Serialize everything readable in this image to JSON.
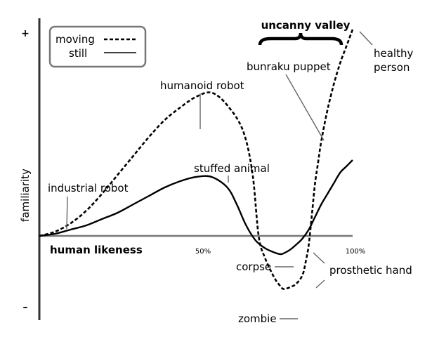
{
  "chart_data": {
    "type": "line",
    "title": "",
    "xlabel": "human likeness",
    "ylabel": "familiarity",
    "x_ticks": [
      "50%",
      "100%"
    ],
    "y_ticks": [
      "+",
      "–"
    ],
    "legend": {
      "position": "top-left",
      "entries": [
        {
          "name": "moving",
          "style": "dashed"
        },
        {
          "name": "still",
          "style": "solid"
        }
      ]
    },
    "xlim": [
      0,
      100
    ],
    "ylim": [
      -1,
      1
    ],
    "series": [
      {
        "name": "moving",
        "style": "dashed",
        "x": [
          0,
          5,
          10,
          15,
          20,
          25,
          30,
          35,
          40,
          45,
          50,
          55,
          60,
          65,
          68,
          70,
          72,
          75,
          77,
          78,
          80,
          82,
          84,
          85,
          86,
          87,
          88,
          89,
          90,
          92,
          94,
          96,
          98,
          100
        ],
        "y": [
          0,
          0.02,
          0.06,
          0.12,
          0.2,
          0.29,
          0.38,
          0.47,
          0.55,
          0.61,
          0.66,
          0.68,
          0.62,
          0.5,
          0.3,
          0.0,
          -0.25,
          -0.48,
          -0.58,
          -0.61,
          -0.59,
          -0.55,
          -0.45,
          -0.3,
          -0.1,
          0.1,
          0.25,
          0.35,
          0.45,
          0.6,
          0.72,
          0.82,
          0.9,
          0.98
        ]
      },
      {
        "name": "still",
        "style": "solid",
        "x": [
          0,
          5,
          10,
          15,
          20,
          25,
          30,
          35,
          40,
          45,
          50,
          55,
          60,
          63,
          66,
          69,
          72,
          75,
          77,
          78,
          80,
          82,
          84,
          86,
          88,
          90,
          92,
          94,
          96,
          98,
          100
        ],
        "y": [
          0,
          0.01,
          0.03,
          0.05,
          0.08,
          0.11,
          0.15,
          0.19,
          0.23,
          0.26,
          0.28,
          0.28,
          0.23,
          0.15,
          0.05,
          -0.05,
          -0.14,
          -0.19,
          -0.21,
          -0.2,
          -0.16,
          -0.1,
          -0.03,
          0.03,
          0.09,
          0.15,
          0.2,
          0.25,
          0.3,
          0.33,
          0.36
        ]
      }
    ],
    "annotations": [
      {
        "text": "industrial robot",
        "x": 8,
        "series": "still"
      },
      {
        "text": "humanoid robot",
        "x": 49,
        "series": "moving"
      },
      {
        "text": "stuffed animal",
        "x": 60,
        "series": "still"
      },
      {
        "text": "bunraku puppet",
        "x": 87,
        "series": "moving"
      },
      {
        "text": "healthy person",
        "x": 100,
        "series": "moving"
      },
      {
        "text": "corpse",
        "x": 76,
        "series": "still"
      },
      {
        "text": "zombie",
        "x": 78,
        "series": "moving"
      },
      {
        "text": "prosthetic hand",
        "x": 86,
        "series": "still"
      }
    ],
    "bracket_label": "uncanny valley"
  }
}
